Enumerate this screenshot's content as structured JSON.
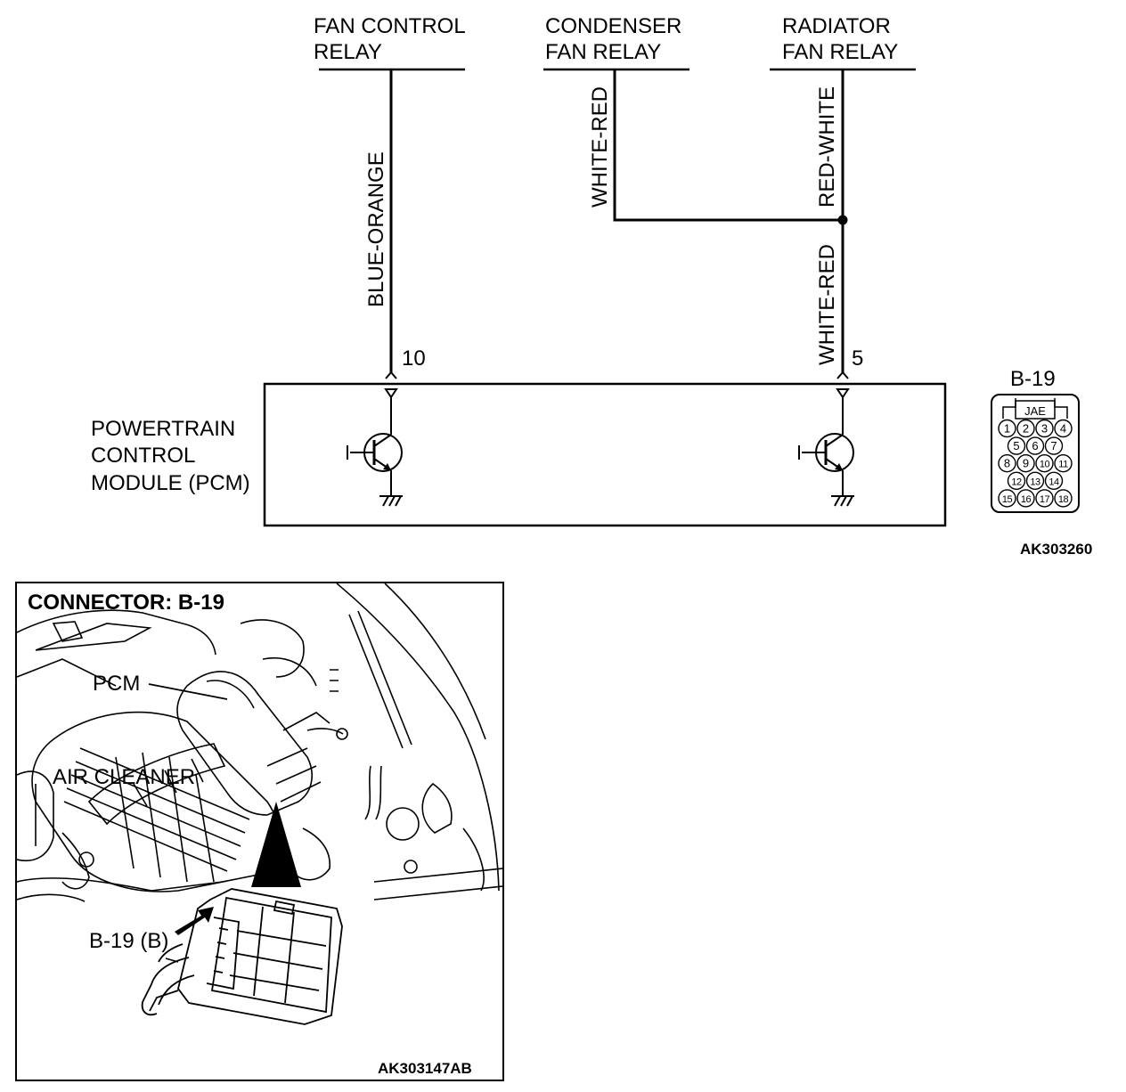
{
  "schematic": {
    "relays": {
      "fan_control": [
        "FAN CONTROL",
        "RELAY"
      ],
      "condenser": [
        "CONDENSER",
        "FAN RELAY"
      ],
      "radiator": [
        "RADIATOR",
        "FAN RELAY"
      ]
    },
    "wires": {
      "fan_control": "BLUE-ORANGE",
      "condenser": "WHITE-RED",
      "radiator_upper": "RED-WHITE",
      "radiator_lower": "WHITE-RED"
    },
    "pins": {
      "left": "10",
      "right": "5"
    },
    "module": [
      "POWERTRAIN",
      "CONTROL",
      "MODULE (PCM)"
    ],
    "connector_face": {
      "label": "B-19",
      "tag": "JAE",
      "rows": [
        [
          "1",
          "2",
          "3",
          "4"
        ],
        [
          "5",
          "6",
          "7"
        ],
        [
          "8",
          "9",
          "10",
          "11"
        ],
        [
          "12",
          "13",
          "14"
        ],
        [
          "15",
          "16",
          "17",
          "18"
        ]
      ]
    },
    "figure_code": "AK303260"
  },
  "locator": {
    "title": "CONNECTOR: B-19",
    "callouts": {
      "pcm": "PCM",
      "air_cleaner": "AIR CLEANER",
      "connector": "B-19 (B)"
    },
    "figure_code": "AK303147AB"
  }
}
